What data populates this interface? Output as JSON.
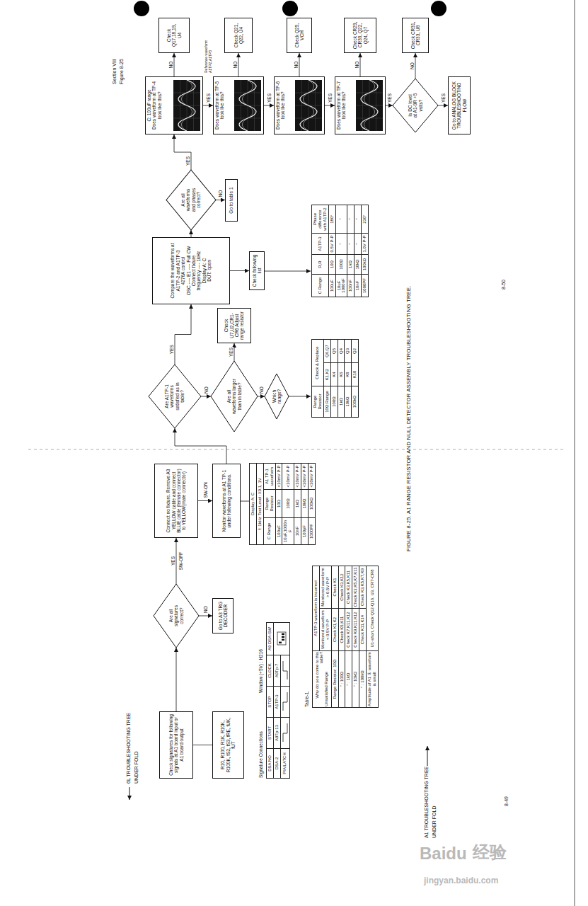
{
  "diagram": {
    "caption": "FIGURE 8-25. A1 RANGE RESISTOR AND NULL DETECTOR ASSEMBLY TROUBLESHOOTING TREE.",
    "nodes": [
      {
        "text": [
          "Check signatures for following signals at A1 board input or A1 board output"
        ]
      },
      {
        "text": [
          "R10, R100, R1K, R10K, R100K, fS2, fS3, fRE, fUK, fUT"
        ]
      },
      {
        "text": [
          "Are all signatures correct?"
        ]
      },
      {
        "text": [
          "Go to A3 TRG DECODER"
        ]
      },
      {
        "text": [
          "Connect no fixture. Remove A3 YELLOW cable and connect BLUE cable (female connector) to YELLOW(male connector)"
        ]
      },
      {
        "text": [
          "Monitor waveforms at A1 TP-1 under following conditions."
        ]
      },
      {
        "text": [
          "Are A1TP-1 waveforms satisfied as in table?"
        ]
      },
      {
        "text": [
          "Are all waveforms larger than in table?"
        ]
      },
      {
        "text": [
          "Check U7,U2,CR1-CR6 Adjust range resistor"
        ]
      },
      {
        "text": [
          "Which range?"
        ]
      },
      {
        "text": [
          "Compare the waveforms at A1TP-2 and A1TP-3",
          "4276A control",
          "OSC ---- E1 ---- Full CW",
          "Connect fixture",
          "frequency ---- 1kHz",
          "Display A: C",
          "DUT: open"
        ]
      },
      {
        "text": [
          "Check following list"
        ]
      },
      {
        "text": [
          "Are all waveforms and phases correct?"
        ]
      },
      {
        "text": [
          "Go to table 1"
        ]
      },
      {
        "text": [
          "C: 100uF range",
          "Does waveform at TP-4 look like this?"
        ]
      },
      {
        "text": [
          "Check Q17,18,19, U4"
        ]
      },
      {
        "text": [
          "Does waveform at TP-5 look like this?"
        ]
      },
      {
        "text": [
          "Check Q21, Q22, U4"
        ]
      },
      {
        "text": [
          "Does waveform at TP-6 look like this?"
        ]
      },
      {
        "text": [
          "Check Q25, VCH"
        ]
      },
      {
        "text": [
          "Does waveform at TP-7 look like this?"
        ]
      },
      {
        "text": [
          "Check CR29, CR30, Q22, Q24, Q7"
        ]
      },
      {
        "text": [
          "Is DC level at A1-9R +5 volts?"
        ]
      },
      {
        "text": [
          "Check CR31, CR33, U8"
        ]
      },
      {
        "text": [
          "Go to ANALOG BLOCK TROUBLESHOOTING FLOW"
        ]
      }
    ],
    "edges": [
      {
        "from": 0,
        "to": 1,
        "arrow": "none"
      },
      {
        "from": 0,
        "to": 2,
        "arrow": "to"
      },
      {
        "from": 2,
        "to": 3,
        "label": "NO",
        "arrow": "to"
      },
      {
        "from": 2,
        "to": 4,
        "label": "YES",
        "arrow": "to"
      },
      {
        "from": 4,
        "to": 5,
        "label": "SW-ON",
        "arrow": "to"
      },
      {
        "from": 5,
        "to": 6,
        "arrow": "to"
      },
      {
        "from": 6,
        "to": 10,
        "label": "YES",
        "arrow": "to"
      },
      {
        "from": 6,
        "to": 7,
        "label": "NO",
        "arrow": "to"
      },
      {
        "from": 7,
        "to": 8,
        "label": "YES",
        "arrow": "to"
      },
      {
        "from": 7,
        "to": 9,
        "label": "NO",
        "arrow": "to"
      },
      {
        "from": 10,
        "to": 11,
        "arrow": "to"
      },
      {
        "from": 10,
        "to": 12,
        "arrow": "to"
      },
      {
        "from": 12,
        "to": 13,
        "label": "NO",
        "arrow": "to"
      },
      {
        "from": 12,
        "to": 14,
        "label": "YES",
        "arrow": "to"
      },
      {
        "from": 14,
        "to": 15,
        "label": "NO",
        "arrow": "to"
      },
      {
        "from": 14,
        "to": 16,
        "label": "YES",
        "arrow": "to"
      },
      {
        "from": 16,
        "to": 17,
        "label": "NO",
        "arrow": "to"
      },
      {
        "from": 16,
        "to": 18,
        "label": "YES",
        "arrow": "to"
      },
      {
        "from": 18,
        "to": 19,
        "label": "NO",
        "arrow": "to"
      },
      {
        "from": 18,
        "to": 20,
        "label": "YES",
        "arrow": "to"
      },
      {
        "from": 20,
        "to": 21,
        "label": "NO",
        "arrow": "to"
      },
      {
        "from": 20,
        "to": 22,
        "label": "YES",
        "arrow": "to"
      },
      {
        "from": 22,
        "to": 23,
        "label": "NO",
        "arrow": "to"
      },
      {
        "from": 22,
        "to": 24,
        "label": "YES",
        "arrow": "to"
      }
    ],
    "labels": [
      "Section VIII",
      "Figure 8-25",
      "6L TROUBLESHOOTING TREE",
      "UNDER FOLD",
      "A1 TROUBLESHOOTING TREE",
      "UNDER FOLD",
      "8-49",
      "8-50",
      "SW-OFF",
      "Reference waveform A1TP2,A1TP3",
      "Signature Connections",
      "Window (+5V) : H216",
      "DSA NO",
      "START",
      "STOP",
      "CLOCK",
      "A9 DSA-SW",
      "DSA-2",
      "A9Tp-13",
      "A1TP-3",
      "A9Tp-7",
      "PIA/LATCH",
      "Display A: C",
      "f: 1kHz Test Level: X0.1, 1V",
      "C Range",
      "Range Resistor",
      "A1 TP-1 waveform",
      "100uF",
      "10Ω",
      "<10mV P-P",
      "10uF,1000nF",
      "100Ω",
      "<10mV P-P",
      "10nF",
      "1kΩ",
      "<10mV P-P",
      "100pF",
      "10kΩ",
      "<30mV P-P",
      "1000PF",
      "100kΩ",
      "<30mV P-P",
      "Table-1.",
      "Why do you come to this table?",
      "Unsatisfied Range",
      "A1TP-3 waveform is incorrect",
      "Monitored waveform < 0.5V P-P",
      "Monitored waveform > 0.5V P-P",
      "Range Resistor: 10Ω",
      "Check K1,K2",
      "Check K1",
      "\" : 100Ω",
      "Check K5,K11",
      "Check K3,K12",
      "\" : 1kΩ",
      "Check K7,K11,K12",
      "Check K3,K5,K11",
      "\" : 10kΩ",
      "Check K9,K11,K12",
      "Check K3,K5,K7,K11",
      "\" : 100kΩ",
      "Check K11,K14",
      "Check K3,K5,K7,K9",
      "Amplitude of A1 ① waveform is small",
      "U1-short, Check Q12-Q16, U3, CR7-CR8",
      "Range Resistor",
      "Check & Replace",
      "10Ω Range",
      "K1,K2",
      "Q6,Q7",
      "100Ω",
      "K4",
      "Q5",
      "1kΩ",
      "K6",
      "Q4",
      "10kΩ",
      "K8",
      "Q3",
      "100kΩ",
      "K10",
      "Q2",
      "C Range",
      "R,R",
      "A1TP-3",
      "Phase difference with A1TP-2",
      "100uF",
      "10Ω",
      "0.5V P-P",
      "180°",
      "10uF 1000nF",
      "100Ω",
      "\"",
      "\"",
      "100nF",
      "1kΩ",
      "\"",
      "\"",
      "10nF",
      "10kΩ",
      "\"",
      "\"",
      "1000PF",
      "100kΩ",
      "1.0V P-P",
      "230°",
      "Baidu",
      "经验",
      "jingyan.baidu.com"
    ]
  }
}
